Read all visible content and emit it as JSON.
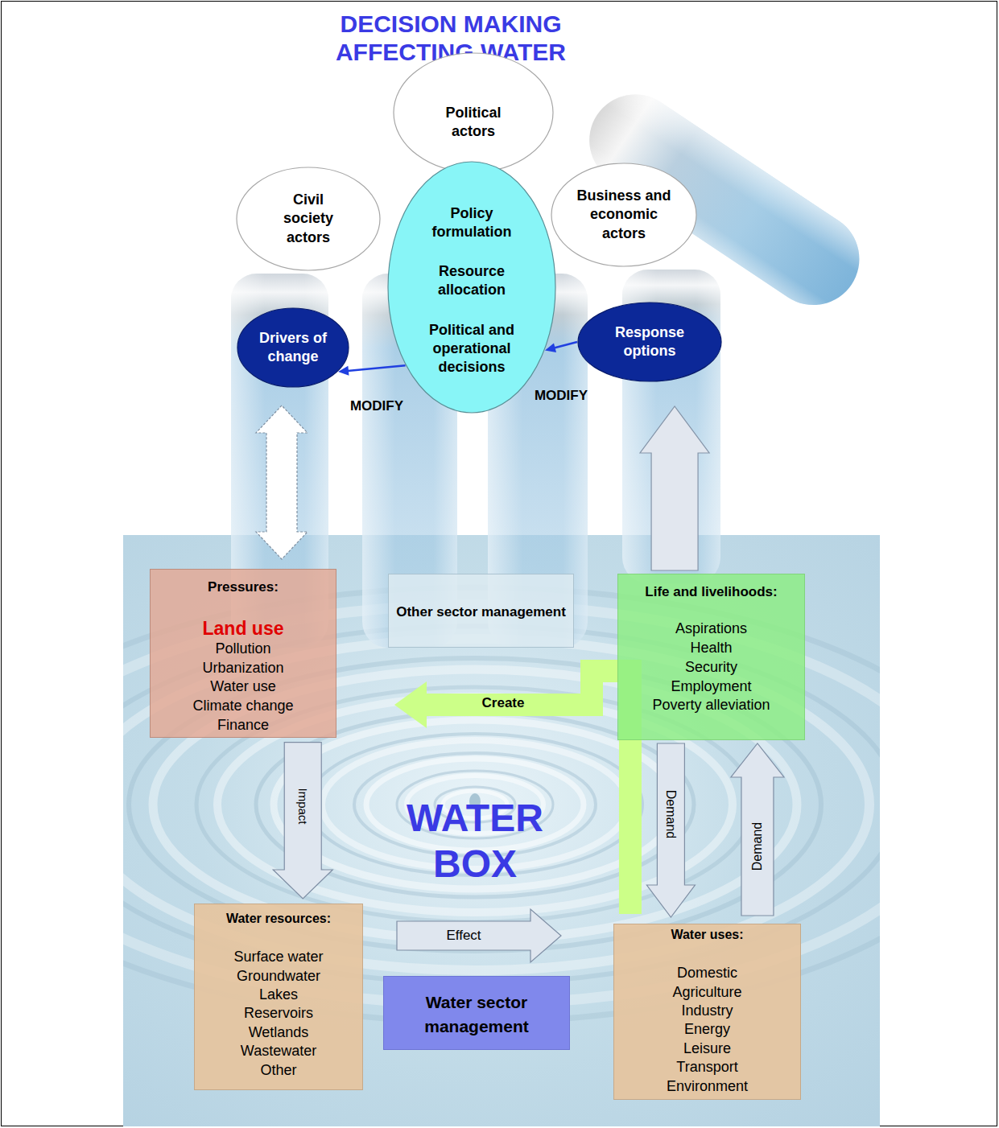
{
  "diagram": {
    "title": "DECISION MAKING AFFECTING WATER",
    "nodes": [
      {
        "text": [
          "Political actors"
        ]
      },
      {
        "text": [
          "Civil society actors"
        ]
      },
      {
        "text": [
          "Policy formulation",
          "Resource allocation",
          "Political and operational decisions"
        ]
      },
      {
        "text": [
          "Business and economic actors"
        ]
      },
      {
        "text": [
          "Drivers of change"
        ]
      },
      {
        "text": [
          "Response options"
        ]
      },
      {
        "text": [
          "WATER BOX"
        ]
      },
      {
        "text": [
          "Pressures:",
          "Land use",
          "Pollution",
          "Urbanization",
          "Water use",
          "Climate change",
          "Finance"
        ],
        "in": 6
      },
      {
        "text": [
          "Other sector management"
        ],
        "in": 6
      },
      {
        "text": [
          "Life and livelihoods:",
          "Aspirations",
          "Health",
          "Security",
          "Employment",
          "Poverty alleviation"
        ],
        "in": 6
      },
      {
        "text": [
          "Water resources:",
          "Surface water",
          "Groundwater",
          "Lakes",
          "Reservoirs",
          "Wetlands",
          "Wastewater",
          "Other"
        ],
        "in": 6
      },
      {
        "text": [
          "Water sector management"
        ],
        "in": 6
      },
      {
        "text": [
          "Water uses:",
          "Domestic",
          "Agriculture",
          "Industry",
          "Energy",
          "Leisure",
          "Transport",
          "Environment"
        ],
        "in": 6
      }
    ],
    "edges": [
      {
        "from": 4,
        "to": 7,
        "arrow": "both"
      },
      {
        "from": 2,
        "to": 4,
        "label": "MODIFY",
        "arrow": "to"
      },
      {
        "from": 5,
        "to": 2,
        "label": "MODIFY",
        "arrow": "to"
      },
      {
        "from": 9,
        "to": 5,
        "arrow": "to"
      },
      {
        "from": 7,
        "to": 10,
        "label": "Impact",
        "arrow": "to"
      },
      {
        "from": 10,
        "to": 12,
        "label": "Effect",
        "arrow": "to"
      },
      {
        "from": 9,
        "to": 12,
        "label": "Demand",
        "arrow": "to"
      },
      {
        "from": 12,
        "to": 9,
        "label": "Demand",
        "arrow": "to"
      },
      {
        "from": 12,
        "to": 7,
        "label": "Create",
        "arrow": "to"
      }
    ]
  }
}
